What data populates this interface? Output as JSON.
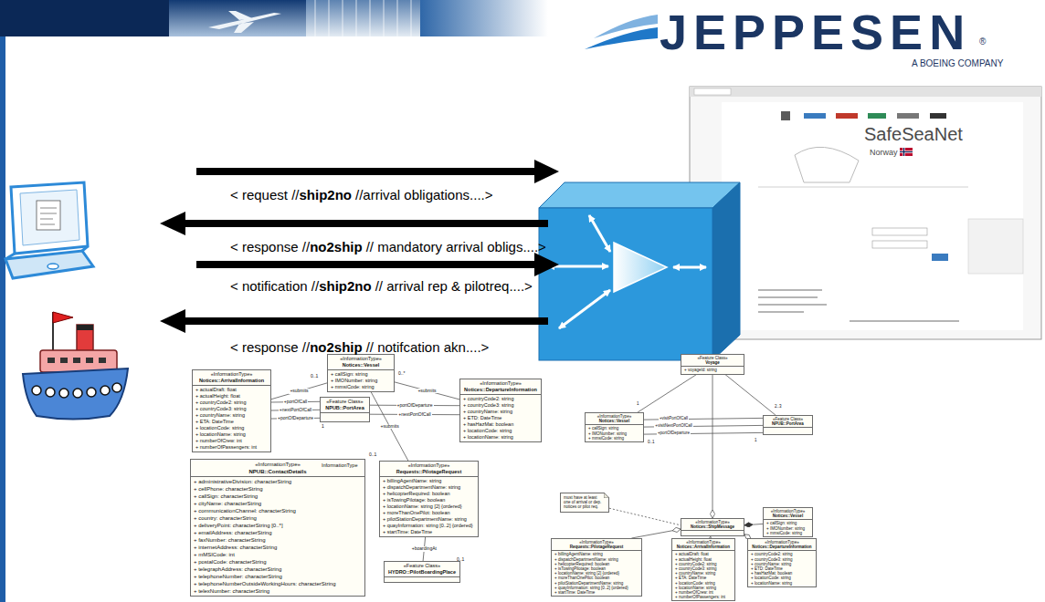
{
  "diagram": {
    "nodes": [
      {
        "text": [
          "«InformationType»",
          "Notices::Vessel",
          "+ callSign: string",
          "+ IMONumber: string",
          "+ mmsiCode: string"
        ]
      },
      {
        "text": [
          "«InformationType»",
          "Notices::ArrivalInformation",
          "+ actualDraft: float",
          "+ actualHeight: float",
          "+ countryCode2: string",
          "+ countryCode3: string",
          "+ countryName: string",
          "+ ETA: DateTime",
          "+ locationCode: string",
          "+ locationName: string",
          "+ numberOfCrew: int",
          "+ numberOfPassengers: int"
        ]
      },
      {
        "text": [
          "«Feature Class»",
          "NPUB::PortArea"
        ]
      },
      {
        "text": [
          "«InformationType»",
          "Notices::DepartureInformation",
          "+ countryCode2: string",
          "+ countryCode3: string",
          "+ countryName: string",
          "+ ETD: DateTime",
          "+ hasHazMat: boolean",
          "+ locationCode: string",
          "+ locationName: string"
        ]
      },
      {
        "text": [
          "«InformationType»",
          "NPUB::ContactDetails",
          "+ administrativeDivision: characterString",
          "+ cellPhone: characterString",
          "+ callSign: characterString",
          "+ cityName: characterString",
          "+ communicationChannel: characterString",
          "+ country: characterString",
          "+ deliveryPoint: characterString [0..*]",
          "+ emailAddress: characterString",
          "+ faxNumber: characterString",
          "+ internetAddress: characterString",
          "+ mMSICode: int",
          "+ postalCode: characterString",
          "+ telegraphAddress: characterString",
          "+ telephoneNumber: characterString",
          "+ telephoneNumberOutsideWorkingHours: characterString",
          "+ telexNumber: characterString"
        ]
      },
      {
        "text": [
          "«InformationType»",
          "Requests::PilotageRequest",
          "+ billingAgentName: string",
          "+ dispatchDepartmentName: string",
          "+ helicopterRequired: boolean",
          "+ isTowingPilotage: boolean",
          "+ locationName: string [2] {ordered}",
          "+ moreThanOnePilot: boolean",
          "+ pilotStationDepartmentName: string",
          "+ quayInformation: string [0..2] {ordered}",
          "+ startTime: DateTime"
        ]
      },
      {
        "text": [
          "«Feature Class»",
          "HYDRO::PilotBoardingPlace"
        ]
      },
      {
        "text": [
          "«Feature Class»",
          "Voyage",
          "+ voyageId: string"
        ]
      },
      {
        "text": [
          "«InformationType»",
          "Notices::Vessel",
          "+ callSign: string",
          "+ IMONumber: string",
          "+ mmsiCode: string"
        ]
      },
      {
        "text": [
          "«Feature Class»",
          "NPUB::PortArea"
        ]
      },
      {
        "text": [
          "must have at least one of arrival or dep. notices or pilot req."
        ]
      },
      {
        "text": [
          "«InformationType»",
          "Notices::ShipMessage"
        ]
      },
      {
        "text": [
          "«InformationType»",
          "Notices::Vessel",
          "+ callSign: string",
          "+ IMONumber: string",
          "+ mmsiCode: string"
        ]
      },
      {
        "text": [
          "«InformationType»",
          "Requests::PilotageRequest",
          "+ billingAgentName: string",
          "+ dispatchDepartmentName: string",
          "+ helicopterRequired: boolean",
          "+ isTowingPilotage: boolean",
          "+ locationName: string [2] {ordered}",
          "+ moreThanOnePilot: boolean",
          "+ pilotStationDepartmentName: string",
          "+ quayInformation: string [0..2] {ordered}",
          "+ startTime: DateTime"
        ]
      },
      {
        "text": [
          "«InformationType»",
          "Notices::ArrivalInformation",
          "+ actualDraft: float",
          "+ actualHeight: float",
          "+ countryCode2: string",
          "+ countryCode3: string",
          "+ countryName: string",
          "+ ETA: DateTime",
          "+ locationCode: string",
          "+ locationName: string",
          "+ numberOfCrew: int",
          "+ numberOfPassengers: int"
        ]
      },
      {
        "text": [
          "«InformationType»",
          "Notices::DepartureInformation",
          "+ countryCode2: string",
          "+ countryCode3: string",
          "+ countryName: string",
          "+ ETD: DateTime",
          "+ hasHazMat: boolean",
          "+ locationCode: string",
          "+ locationName: string"
        ]
      }
    ],
    "edges": [
      {
        "from": 1,
        "to": 0,
        "label": "+submits",
        "arrow": "none"
      },
      {
        "from": 3,
        "to": 0,
        "label": "+submits",
        "arrow": "none"
      },
      {
        "from": 1,
        "to": 2,
        "label": "+portOfCall",
        "arrow": "none"
      },
      {
        "from": 1,
        "to": 2,
        "label": "+nextPortOfCall",
        "arrow": "none"
      },
      {
        "from": 1,
        "to": 2,
        "label": "+portOfDeparture",
        "arrow": "none"
      },
      {
        "from": 3,
        "to": 2,
        "label": "+portOfDeparture",
        "arrow": "none"
      },
      {
        "from": 3,
        "to": 2,
        "label": "+nextPortOfCall",
        "arrow": "none"
      },
      {
        "from": 5,
        "to": 6,
        "label": "+boardingAt",
        "arrow": "none"
      },
      {
        "from": 5,
        "to": 0,
        "label": "+submits",
        "arrow": "none"
      },
      {
        "from": 7,
        "to": 8,
        "arrow": "none"
      },
      {
        "from": 7,
        "to": 9,
        "arrow": "none"
      },
      {
        "from": 8,
        "to": 9,
        "label": "+visitPortOfCall",
        "arrow": "none"
      },
      {
        "from": 8,
        "to": 9,
        "label": "+visitNextPortOfCall",
        "arrow": "none"
      },
      {
        "from": 8,
        "to": 9,
        "label": "+portOfDeparture",
        "arrow": "none"
      },
      {
        "from": 7,
        "to": 11,
        "arrow": "to"
      },
      {
        "from": 12,
        "to": 11,
        "arrow": "to"
      },
      {
        "from": 10,
        "to": 11,
        "arrow": "none"
      },
      {
        "from": 13,
        "to": 11,
        "arrow": "to"
      },
      {
        "from": 14,
        "to": 11,
        "arrow": "to"
      },
      {
        "from": 15,
        "to": 11,
        "arrow": "to"
      }
    ],
    "labels": [
      "< request //",
      "ship2no",
      "//arrival obligations....>",
      "< response //",
      "no2ship",
      "// mandatory arrival obligs....>",
      "< notification //",
      "ship2no",
      "// arrival rep & pilotreq....>",
      "< response //",
      "no2ship",
      "// notifcation akn....>",
      "JEPPESEN",
      "®",
      "A BOEING COMPANY",
      "SafeSeaNet",
      "Norway",
      "InformationType",
      "0..1",
      "0..*",
      "1",
      "0..1",
      "0..1",
      "1",
      "2..3",
      "0..1",
      "1"
    ]
  }
}
